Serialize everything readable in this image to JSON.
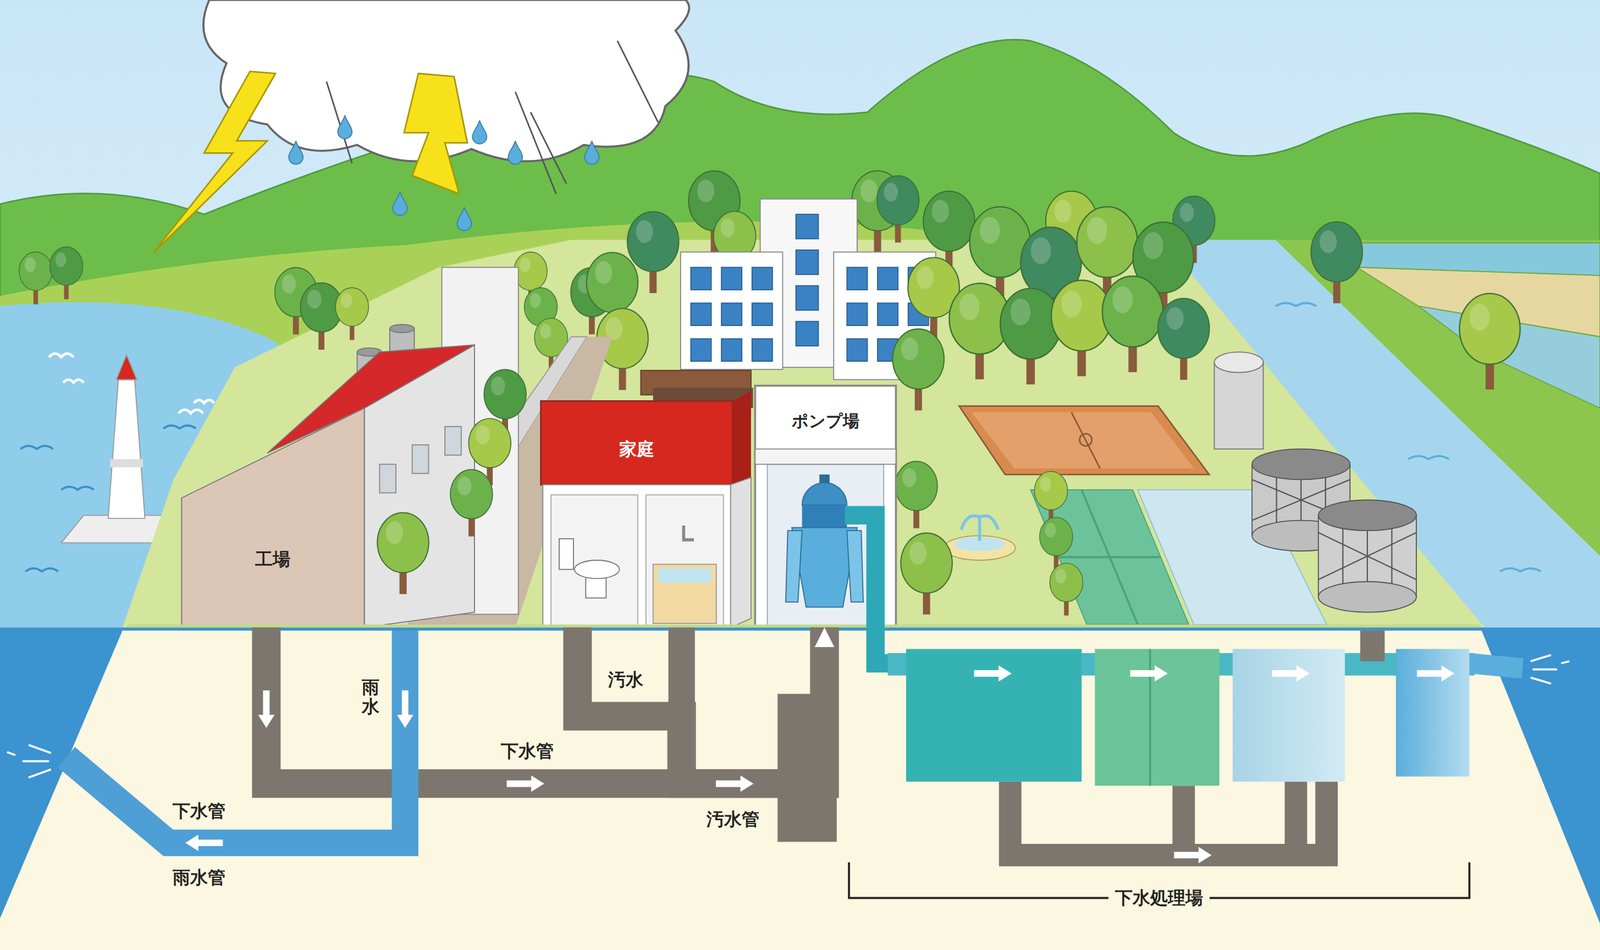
{
  "diagram": {
    "nodes": [
      {
        "text": [
          "工場"
        ]
      },
      {
        "text": [
          "家庭"
        ]
      },
      {
        "text": [
          "ポンプ場"
        ]
      }
    ],
    "edges": [
      {
        "from": 0,
        "to": 2,
        "arrow": "to"
      },
      {
        "from": 1,
        "to": 2,
        "arrow": "to"
      }
    ],
    "labels": [
      "雨水",
      "汚水",
      "下水管",
      "下水管",
      "汚水管",
      "雨水管",
      "下水処理場"
    ]
  }
}
